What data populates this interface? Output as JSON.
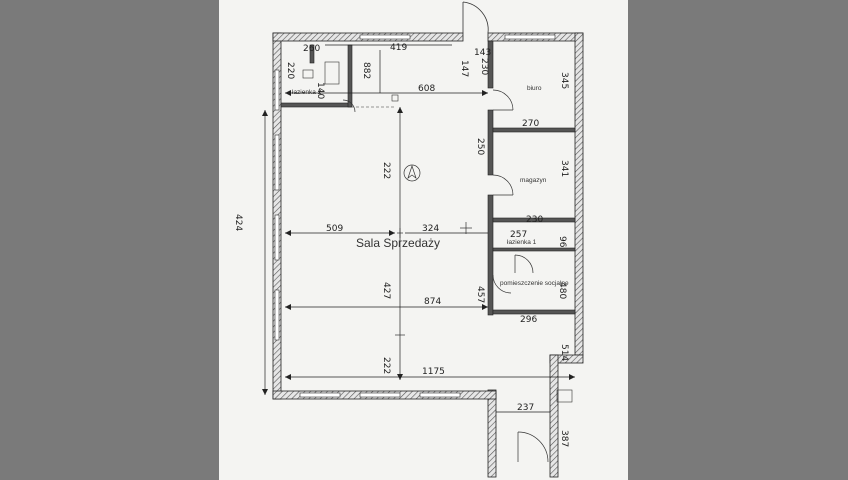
{
  "rooms": {
    "main": "Sala Sprzedaży",
    "biuro": "biuro",
    "magazyn": "magazyn",
    "lazienka1": "łazienka 1",
    "lazienka2": "łazienka 2",
    "socjalne": "pomieszczenie socjalne"
  },
  "dimensions": {
    "d260": "260",
    "d419": "419",
    "d147": "147",
    "d143": "143",
    "d230": "230",
    "d345": "345",
    "d882": "882",
    "d608": "608",
    "d270a": "270",
    "d250": "250",
    "d341": "341",
    "d222a": "222",
    "d424": "424",
    "d509": "509",
    "d324": "324",
    "d230b": "230",
    "d257": "257",
    "d96": "96",
    "d480": "480",
    "d457": "457",
    "d874": "874",
    "d296": "296",
    "d427": "427",
    "d514": "514",
    "d1175": "1175",
    "d222b": "222",
    "d237": "237",
    "d387": "387",
    "d140": "140",
    "d220": "220"
  }
}
